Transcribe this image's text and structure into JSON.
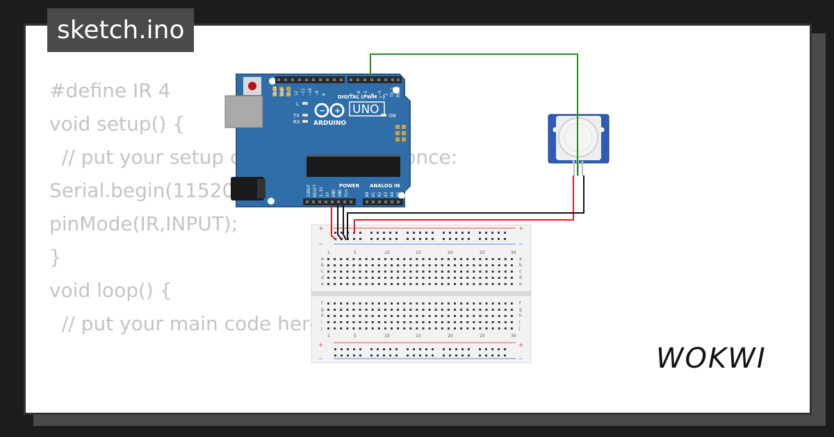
{
  "title": "sketch.ino",
  "code_lines": [
    "#define IR 4",
    "void setup() {",
    "  // put your setup code here, to run once:",
    "Serial.begin(115200);",
    "pinMode(IR,INPUT);",
    "",
    "}",
    "",
    "void loop() {",
    "  // put your main code here, to run repeatedly:"
  ],
  "brand": "WOKWI",
  "board": {
    "name": "UNO",
    "brand": "ARDUINO",
    "digital_label": "DIGITAL (PWM ~)",
    "power_label": "POWER",
    "analog_label": "ANALOG IN",
    "led_labels": [
      "L",
      "TX",
      "RX",
      "ON"
    ]
  },
  "breadboard": {
    "columns": [
      "1",
      "5",
      "10",
      "15",
      "20",
      "25",
      "30"
    ],
    "rows_top": [
      "a",
      "b",
      "c",
      "d",
      "e"
    ],
    "rows_bottom": [
      "f",
      "g",
      "h",
      "i",
      "j"
    ]
  },
  "colors": {
    "board": "#2f6ea8",
    "wire_green": "#1e8c1e",
    "wire_red": "#e01c1c",
    "wire_black": "#111111",
    "code_text": "#c4c4c4"
  }
}
